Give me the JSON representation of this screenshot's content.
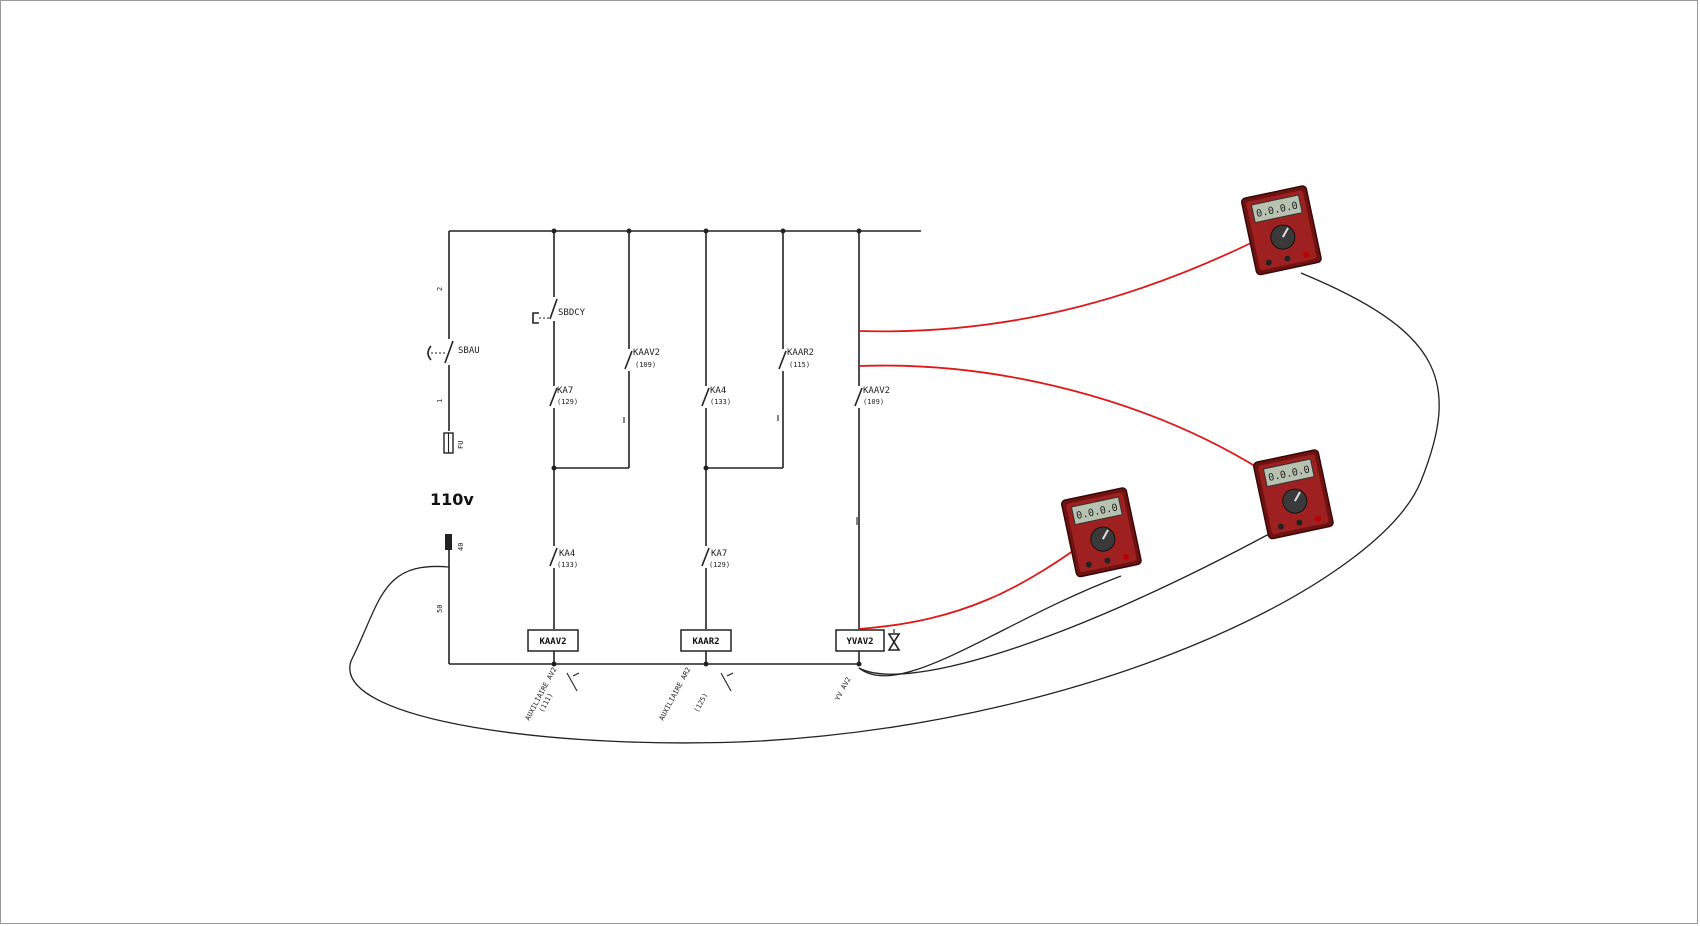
{
  "supply": {
    "voltage": "110v"
  },
  "contacts": {
    "sbau": {
      "name": "SBAU"
    },
    "sbdcy": {
      "name": "SBDCY"
    },
    "ka7_top": {
      "name": "KA7",
      "ref": "(129)"
    },
    "kaav2_hold": {
      "name": "KAAV2",
      "ref": "(109)"
    },
    "ka4_top": {
      "name": "KA4",
      "ref": "(133)"
    },
    "kaar2_hold": {
      "name": "KAAR2",
      "ref": "(115)"
    },
    "kaav2_valve": {
      "name": "KAAV2",
      "ref": "(109)"
    },
    "ka4_bottom": {
      "name": "KA4",
      "ref": "(133)"
    },
    "ka7_bottom": {
      "name": "KA7",
      "ref": "(129)"
    }
  },
  "coils": [
    {
      "name": "KAAV2",
      "caption": "AUXILIAIRE AV2",
      "ref": "(111)"
    },
    {
      "name": "KAAR2",
      "caption": "AUXILIAIRE AR2",
      "ref": "(125)"
    },
    {
      "name": "YVAV2",
      "caption": "YV AV2"
    }
  ],
  "meters": [
    {
      "name": "multimeter-1",
      "display": "0.0.0.0",
      "body_color": "#7a1515"
    },
    {
      "name": "multimeter-2",
      "display": "0.0.0.0",
      "body_color": "#7a1515"
    },
    {
      "name": "multimeter-3",
      "display": "0.0.0.0",
      "body_color": "#7a1515"
    }
  ],
  "lead_colors": {
    "positive": "#e01818",
    "common": "#222222"
  }
}
